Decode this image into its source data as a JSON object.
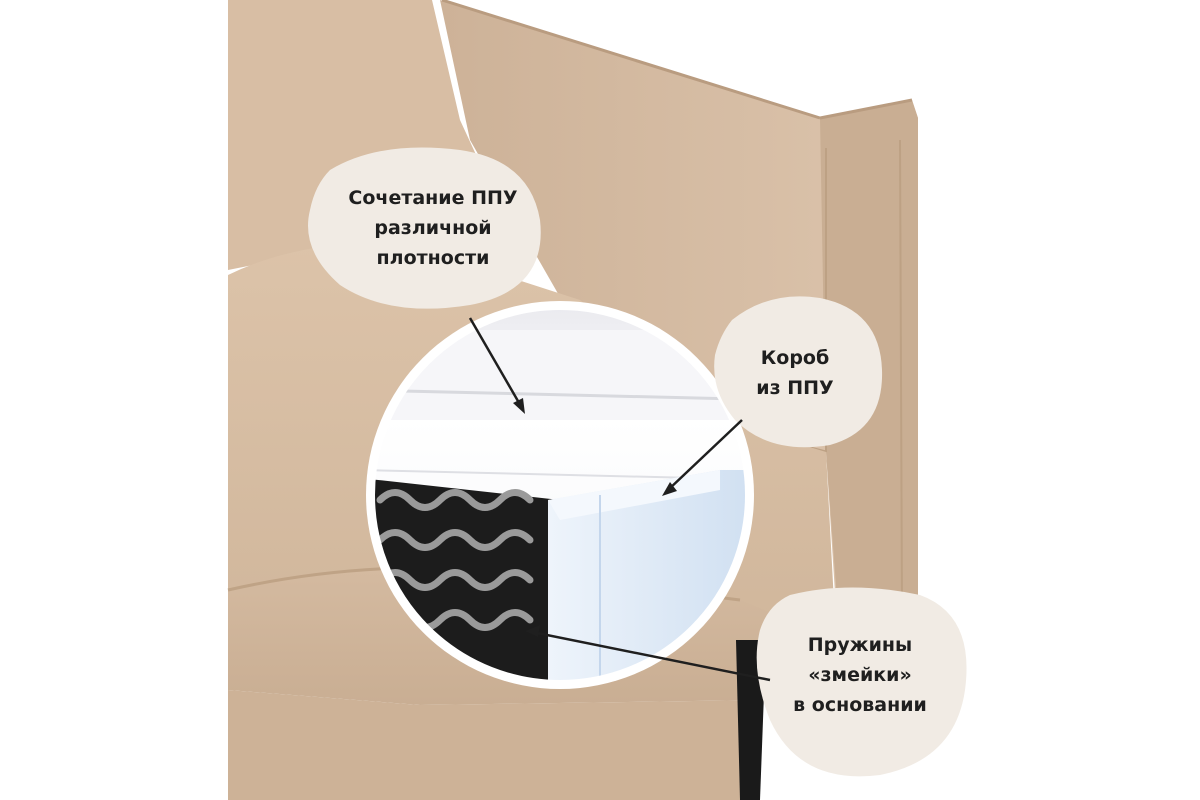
{
  "callouts": {
    "foam": {
      "line1": "Сочетание ППУ",
      "line2": "различной",
      "line3": "плотности"
    },
    "box": {
      "line1": "Короб",
      "line2": "из ППУ"
    },
    "springs": {
      "line1": "Пружины",
      "line2": "«змейки»",
      "line3": "в основании"
    }
  },
  "colors": {
    "upholstery": "#d6bca2",
    "upholstery_shadow": "#c4a78b",
    "callout_bubble": "#f1ebe4",
    "leg": "#1a1a1a",
    "foam_blue": "#dbe8f6"
  }
}
